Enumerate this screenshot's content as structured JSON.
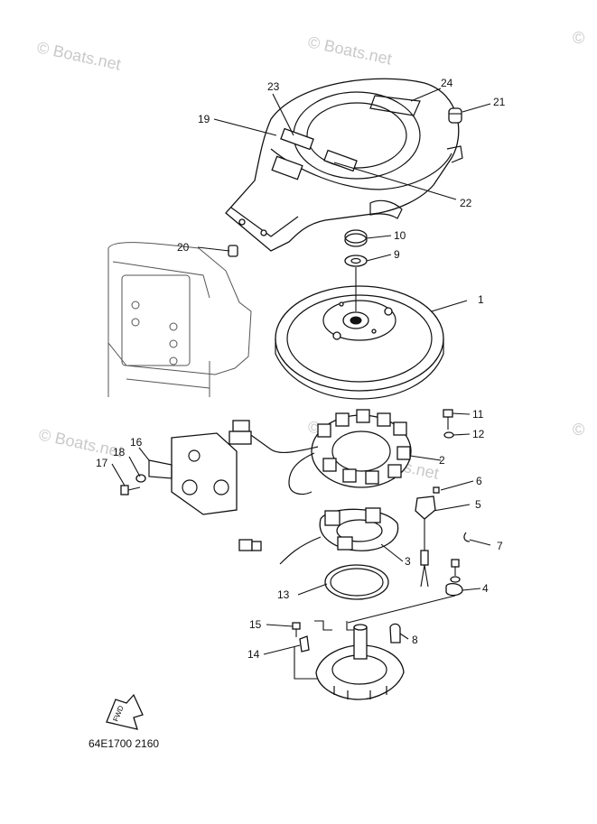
{
  "diagram": {
    "watermarks": [
      "© Boats.net",
      "© Boats.net",
      "©",
      "© Boats.net",
      "© Boats.net",
      "©",
      "Boats.net"
    ],
    "code": "64E1700 2160",
    "fwd_label": "FWD",
    "callouts": [
      {
        "id": "1",
        "label": "1"
      },
      {
        "id": "2",
        "label": "2"
      },
      {
        "id": "3",
        "label": "3"
      },
      {
        "id": "4",
        "label": "4"
      },
      {
        "id": "5",
        "label": "5"
      },
      {
        "id": "6",
        "label": "6"
      },
      {
        "id": "7",
        "label": "7"
      },
      {
        "id": "8",
        "label": "8"
      },
      {
        "id": "9",
        "label": "9"
      },
      {
        "id": "10",
        "label": "10"
      },
      {
        "id": "11",
        "label": "11"
      },
      {
        "id": "12",
        "label": "12"
      },
      {
        "id": "13",
        "label": "13"
      },
      {
        "id": "14",
        "label": "14"
      },
      {
        "id": "15",
        "label": "15"
      },
      {
        "id": "16",
        "label": "16"
      },
      {
        "id": "17",
        "label": "17"
      },
      {
        "id": "18",
        "label": "18"
      },
      {
        "id": "19",
        "label": "19"
      },
      {
        "id": "20",
        "label": "20"
      },
      {
        "id": "21",
        "label": "21"
      },
      {
        "id": "22",
        "label": "22"
      },
      {
        "id": "23",
        "label": "23"
      },
      {
        "id": "24",
        "label": "24"
      }
    ]
  }
}
